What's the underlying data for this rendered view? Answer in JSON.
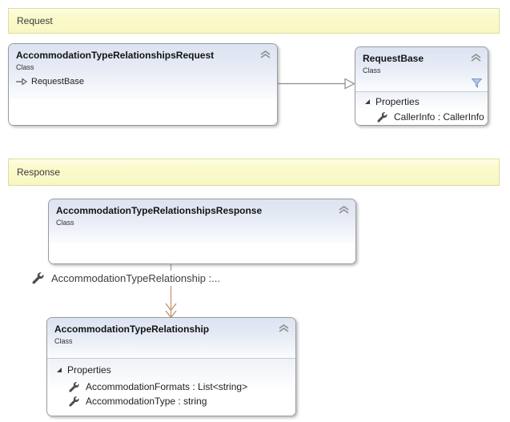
{
  "banners": {
    "request": "Request",
    "response": "Response"
  },
  "nodes": {
    "request": {
      "title": "AccommodationTypeRelationshipsRequest",
      "kind": "Class",
      "base": "RequestBase"
    },
    "request_base": {
      "title": "RequestBase",
      "kind": "Class",
      "sections": {
        "properties": {
          "label": "Properties",
          "members": [
            "CallerInfo : CallerInfo"
          ]
        }
      }
    },
    "response": {
      "title": "AccommodationTypeRelationshipsResponse",
      "kind": "Class"
    },
    "relationship": {
      "title": "AccommodationTypeRelationship",
      "kind": "Class",
      "sections": {
        "properties": {
          "label": "Properties",
          "members": [
            "AccommodationFormats : List<string>",
            "AccommodationType : string"
          ]
        }
      }
    }
  },
  "association": {
    "label": "AccommodationTypeRelationship :..."
  },
  "icons": {
    "collapse": "collapse-chevron-icon",
    "filter": "filter-funnel-icon",
    "property": "wrench-icon",
    "expander": "section-expander-icon",
    "inherits": "inheritance-arrow-icon"
  },
  "colors": {
    "banner_fill": "#fbfacd",
    "banner_border": "#dedd9b",
    "node_header_top": "#dce3f1",
    "node_border": "#9a9a9a",
    "divider": "#c6cbd4",
    "filter_blue": "#7b9cc9",
    "inheritance_gray": "#8c8c8c",
    "association_tan": "#bf8e6b"
  }
}
